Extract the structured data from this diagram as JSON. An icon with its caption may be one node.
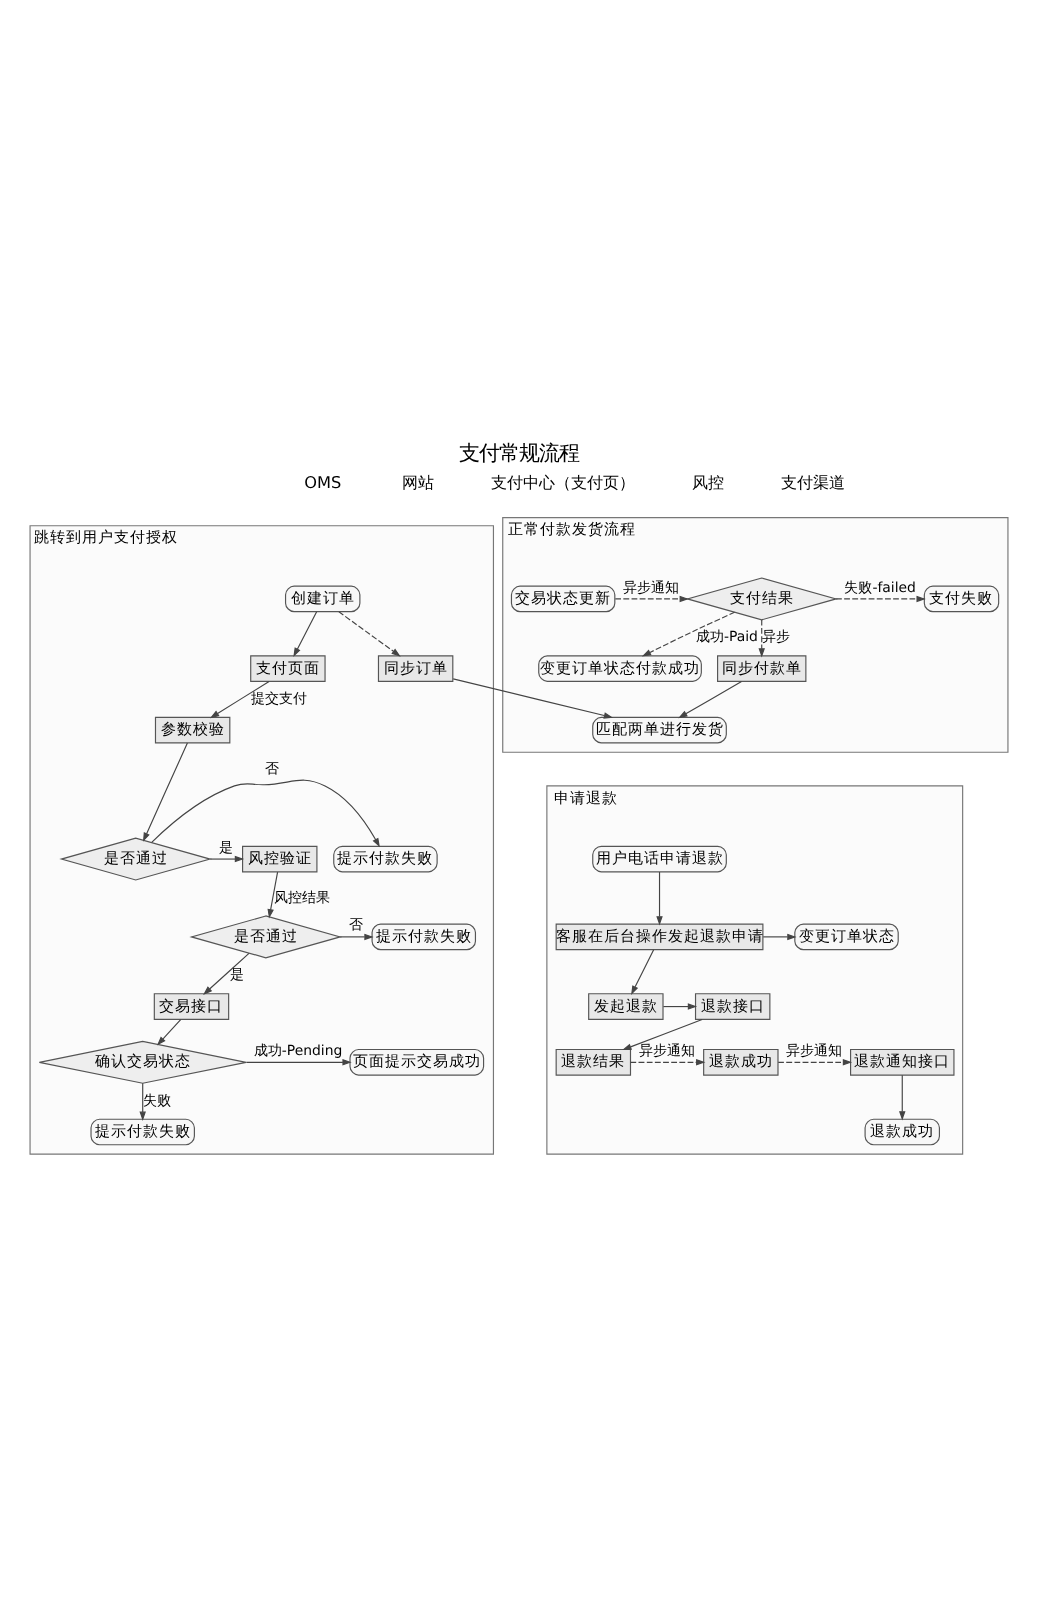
{
  "diagram": {
    "title": "支付常规流程",
    "nodes": [
      {
        "text": [
          "跳转到用户支付授权"
        ]
      },
      {
        "text": [
          "创建订单"
        ],
        "in": 0
      },
      {
        "text": [
          "支付页面"
        ],
        "in": 0
      },
      {
        "text": [
          "参数校验"
        ],
        "in": 0
      },
      {
        "text": [
          "同步订单"
        ],
        "in": 0
      },
      {
        "text": [
          "提示付款失败"
        ],
        "in": 0
      },
      {
        "text": [
          "是否通过"
        ],
        "in": 0
      },
      {
        "text": [
          "风控验证"
        ],
        "in": 0
      },
      {
        "text": [
          "提示付款失败"
        ],
        "in": 0
      },
      {
        "text": [
          "是否通过"
        ],
        "in": 0
      },
      {
        "text": [
          "交易接口"
        ],
        "in": 0
      },
      {
        "text": [
          "页面提示交易成功"
        ],
        "in": 0
      },
      {
        "text": [
          "确认交易状态"
        ],
        "in": 0
      },
      {
        "text": [
          "提示付款失败"
        ],
        "in": 0
      },
      {
        "text": [
          "正常付款发货流程"
        ]
      },
      {
        "text": [
          "匹配两单进行发货"
        ],
        "in": 14
      },
      {
        "text": [
          "支付失败"
        ],
        "in": 14
      },
      {
        "text": [
          "支付结果"
        ],
        "in": 14
      },
      {
        "text": [
          "交易状态更新"
        ],
        "in": 14
      },
      {
        "text": [
          "变更订单状态付款成功"
        ],
        "in": 14
      },
      {
        "text": [
          "同步付款单"
        ],
        "in": 14
      },
      {
        "text": [
          "申请退款"
        ]
      },
      {
        "text": [
          "用户电话申请退款"
        ],
        "in": 21
      },
      {
        "text": [
          "客服在后台操作发起退款申请"
        ],
        "in": 21
      },
      {
        "text": [
          "变更订单状态"
        ],
        "in": 21
      },
      {
        "text": [
          "发起退款"
        ],
        "in": 21
      },
      {
        "text": [
          "退款接口"
        ],
        "in": 21
      },
      {
        "text": [
          "退款通知接口"
        ],
        "in": 21
      },
      {
        "text": [
          "退款成功"
        ],
        "in": 21
      },
      {
        "text": [
          "退款结果"
        ],
        "in": 21
      },
      {
        "text": [
          "退款成功"
        ],
        "in": 21
      }
    ],
    "edges": [
      {
        "from": 1,
        "to": 4,
        "arrow": "to",
        "style": "dashed"
      },
      {
        "from": 1,
        "to": 2,
        "arrow": "to"
      },
      {
        "from": 2,
        "to": 3,
        "arrow": "to",
        "label": "提交支付"
      },
      {
        "from": 3,
        "to": 6,
        "arrow": "to"
      },
      {
        "from": 6,
        "to": 5,
        "arrow": "to",
        "label": "否"
      },
      {
        "from": 6,
        "to": 7,
        "arrow": "to",
        "label": "是"
      },
      {
        "from": 7,
        "to": 9,
        "arrow": "to",
        "label": "风控结果"
      },
      {
        "from": 9,
        "to": 8,
        "arrow": "to",
        "label": "否"
      },
      {
        "from": 9,
        "to": 10,
        "arrow": "to",
        "label": "是"
      },
      {
        "from": 10,
        "to": 12,
        "arrow": "to"
      },
      {
        "from": 12,
        "to": 11,
        "arrow": "to",
        "label": "成功-Pending"
      },
      {
        "from": 12,
        "to": 13,
        "arrow": "to",
        "label": "失败"
      },
      {
        "from": 4,
        "to": 15,
        "arrow": "to"
      },
      {
        "from": 20,
        "to": 15,
        "arrow": "to"
      },
      {
        "from": 18,
        "to": 17,
        "arrow": "to",
        "label": "异步通知",
        "style": "dashed"
      },
      {
        "from": 17,
        "to": 16,
        "arrow": "to",
        "label": "失败-failed",
        "style": "dashed"
      },
      {
        "from": 17,
        "to": 19,
        "arrow": "to",
        "label": "成功-Paid",
        "style": "dashed"
      },
      {
        "from": 17,
        "to": 20,
        "arrow": "to",
        "label": "异步",
        "style": "dashed"
      },
      {
        "from": 22,
        "to": 23,
        "arrow": "to"
      },
      {
        "from": 23,
        "to": 24,
        "arrow": "to"
      },
      {
        "from": 23,
        "to": 25,
        "arrow": "to"
      },
      {
        "from": 25,
        "to": 26,
        "arrow": "to"
      },
      {
        "from": 26,
        "to": 29,
        "arrow": "to"
      },
      {
        "from": 29,
        "to": 28,
        "arrow": "to",
        "label": "异步通知",
        "style": "dashed"
      },
      {
        "from": 28,
        "to": 27,
        "arrow": "to",
        "label": "异步通知",
        "style": "dashed"
      },
      {
        "from": 27,
        "to": 30,
        "arrow": "to"
      }
    ],
    "labels": [
      "OMS",
      "网站",
      "支付中心（支付页）",
      "风控",
      "支付渠道"
    ]
  }
}
